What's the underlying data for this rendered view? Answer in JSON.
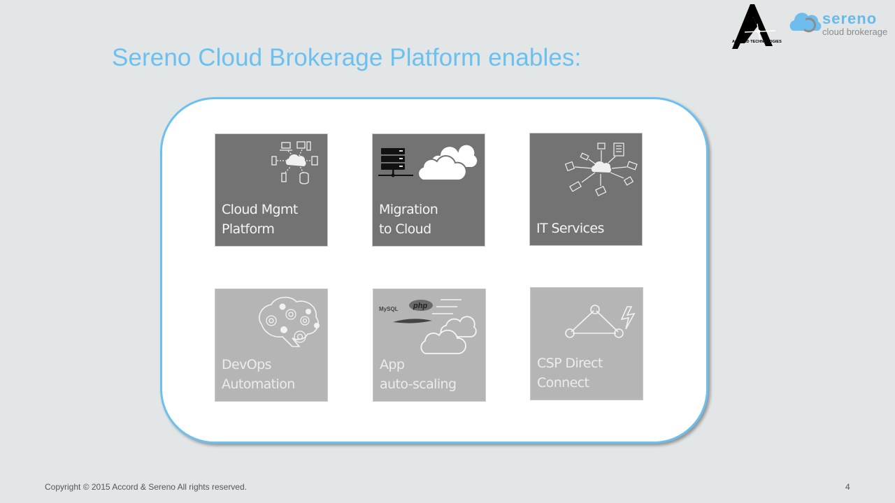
{
  "header": {
    "title": "Sereno Cloud Brokerage Platform enables:"
  },
  "logos": {
    "accord": {
      "text": "ACCORD TECHNOLOGIES"
    },
    "sereno": {
      "name": "sereno",
      "subtitle": "cloud brokerage"
    }
  },
  "tiles": [
    {
      "line1": "Cloud Mgmt",
      "line2": "Platform",
      "icon": "cloud-network-icon",
      "shade": "dark"
    },
    {
      "line1": "Migration",
      "line2": "to Cloud",
      "icon": "server-to-cloud-icon",
      "shade": "dark"
    },
    {
      "line1": "",
      "line2": "IT Services",
      "icon": "network-hub-icon",
      "shade": "dark"
    },
    {
      "line1": "DevOps",
      "line2": "Automation",
      "icon": "brain-gears-icon",
      "shade": "light"
    },
    {
      "line1": "App",
      "line2": "auto-scaling",
      "icon": "app-stack-clouds-icon",
      "shade": "light",
      "icon_text": {
        "mysql": "MySQL",
        "php": "php"
      }
    },
    {
      "line1": "CSP Direct",
      "line2": "Connect",
      "icon": "triangle-lightning-icon",
      "shade": "light"
    }
  ],
  "footer": {
    "copyright": "Copyright © 2015 Accord & Sereno  All rights reserved.",
    "page_number": "4"
  },
  "colors": {
    "accent": "#6cc0f0",
    "background": "#e3e6e7",
    "tile_dark": "#737373",
    "tile_light": "#b5b5b5"
  }
}
